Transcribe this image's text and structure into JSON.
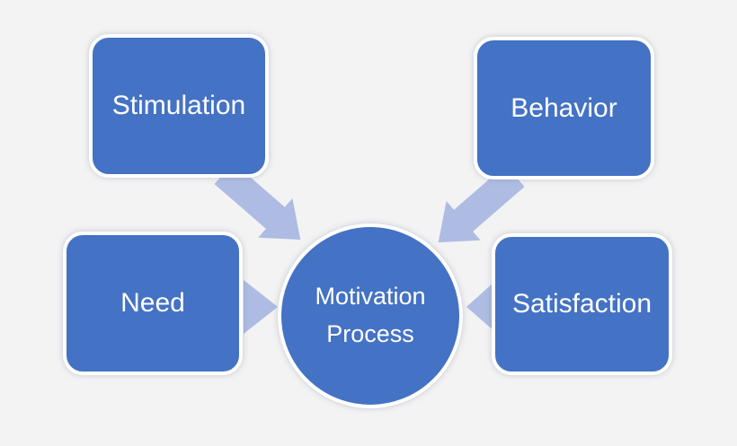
{
  "diagram": {
    "title": "Motivation Process diagram",
    "center": {
      "label": "Motivation Process",
      "lines": [
        "Motivation",
        "Process"
      ]
    },
    "nodes": [
      {
        "id": "stimulation",
        "label": "Stimulation"
      },
      {
        "id": "behavior",
        "label": "Behavior"
      },
      {
        "id": "need",
        "label": "Need"
      },
      {
        "id": "satisfaction",
        "label": "Satisfaction"
      }
    ],
    "arrows": [
      {
        "from": "stimulation",
        "to": "motivation-process",
        "direction": "down-right"
      },
      {
        "from": "behavior",
        "to": "motivation-process",
        "direction": "down-left"
      },
      {
        "from": "need",
        "to": "motivation-process",
        "direction": "right"
      },
      {
        "from": "satisfaction",
        "to": "motivation-process",
        "direction": "left"
      }
    ],
    "colors": {
      "node_fill": "#4472c4",
      "arrow_fill": "#aebce3",
      "outline": "#ffffff",
      "text": "#ffffff",
      "background": "#f3f3f4"
    }
  }
}
